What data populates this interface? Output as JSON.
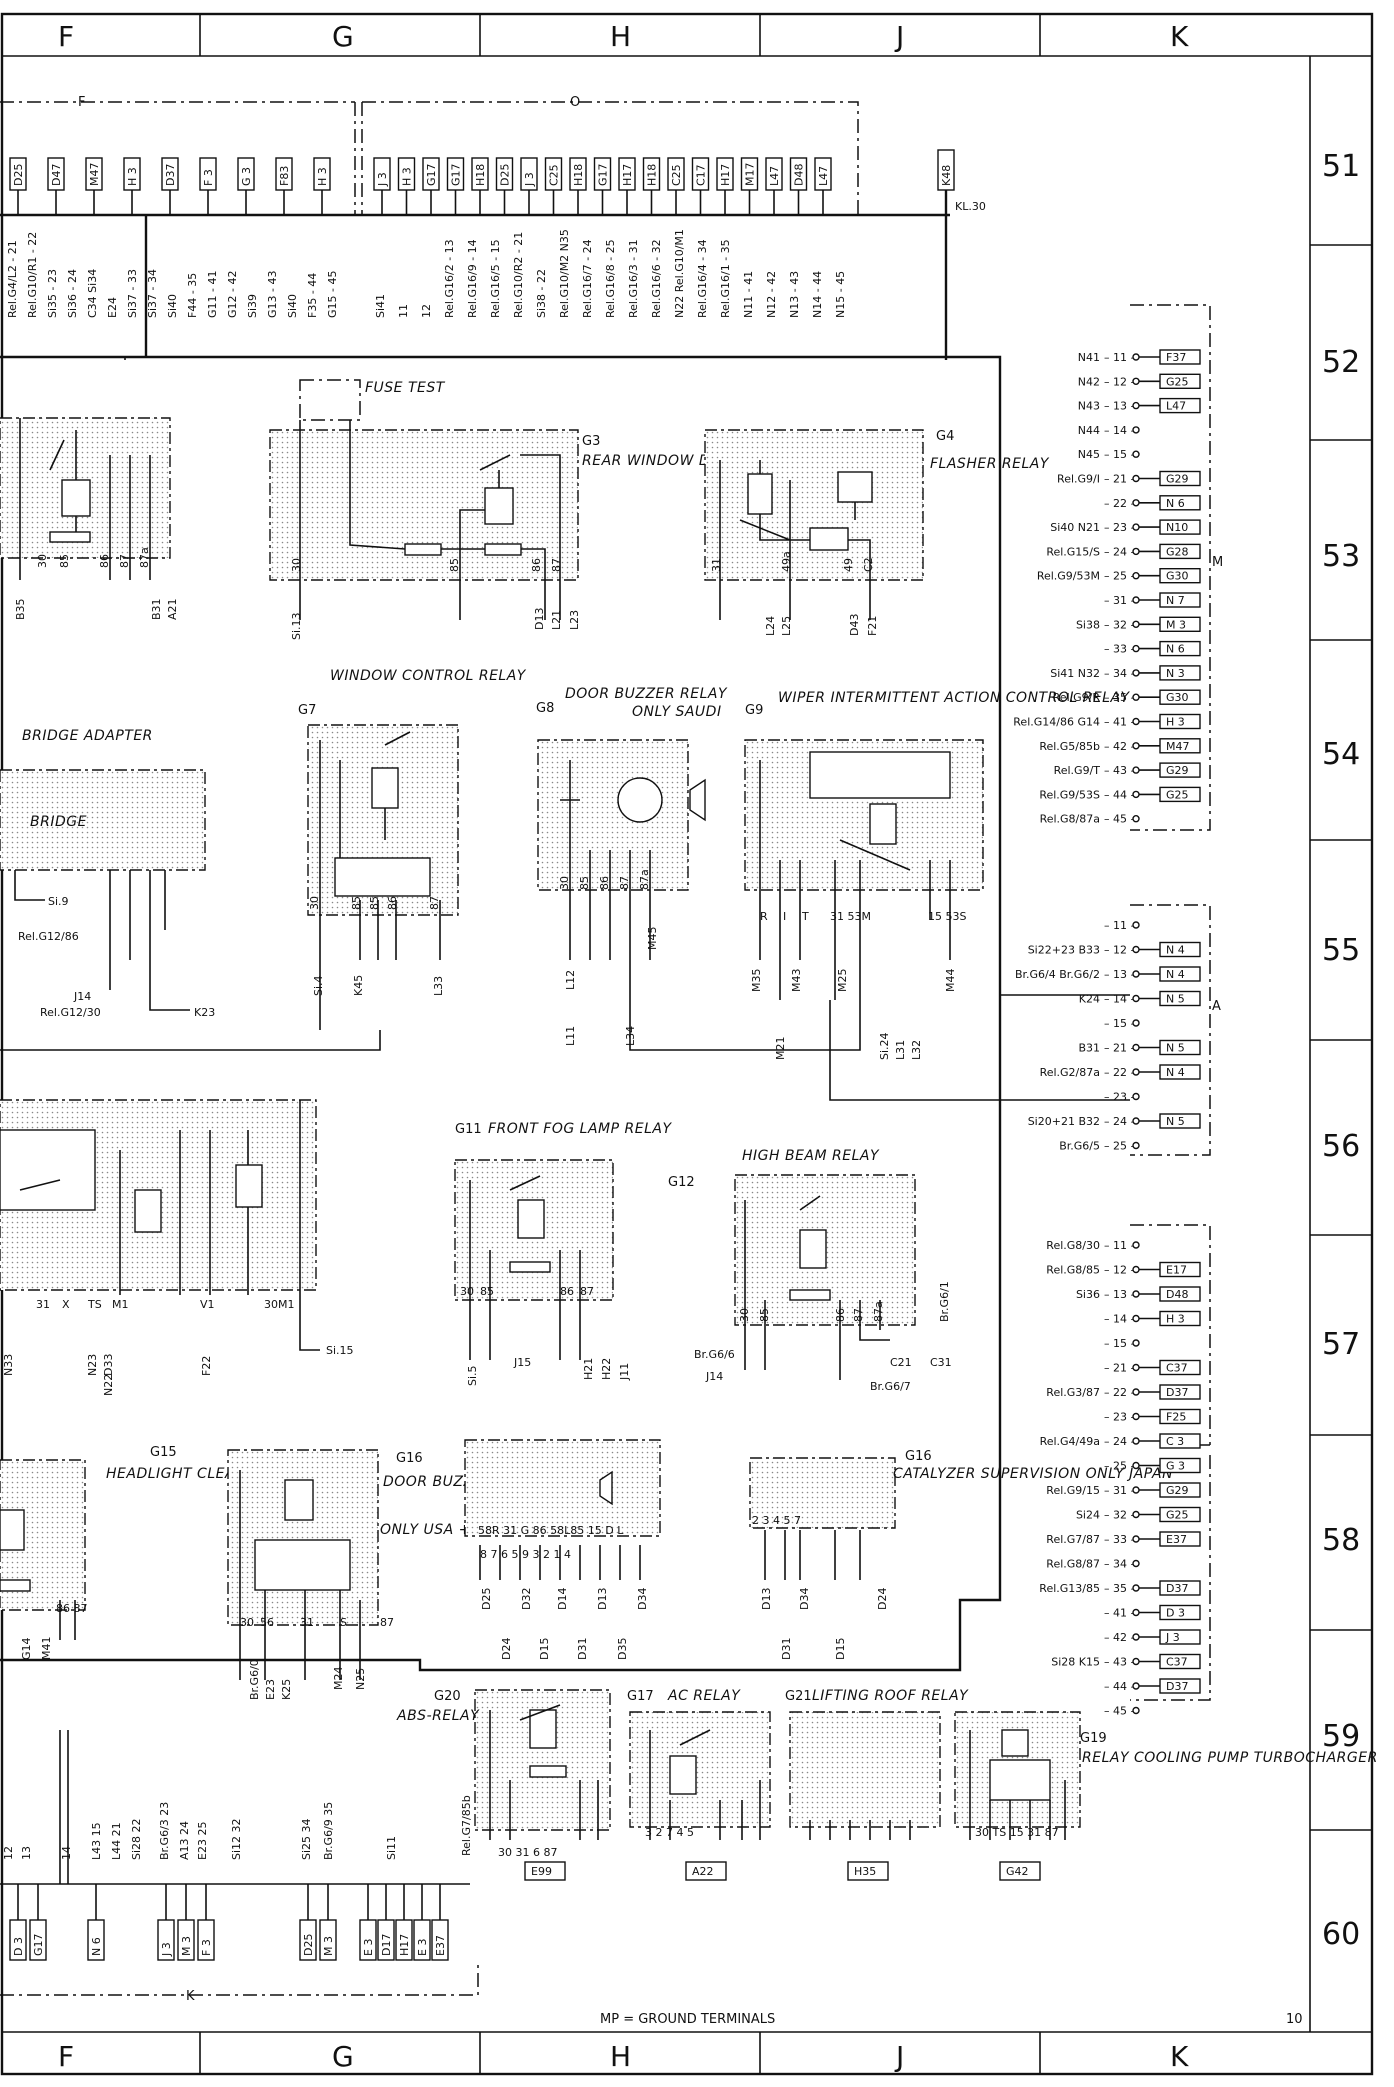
{
  "grid": {
    "columns_top": [
      "F",
      "G",
      "H",
      "J",
      "K"
    ],
    "columns_bottom": [
      "F",
      "G",
      "H",
      "J",
      "K"
    ],
    "rows": [
      "51",
      "52",
      "53",
      "54",
      "55",
      "56",
      "57",
      "58",
      "59",
      "60"
    ]
  },
  "top_bus": {
    "group_f": "F",
    "group_o": "O",
    "kl30": "KL.30",
    "k48": "K48",
    "fuses_f": [
      "D25",
      "D47",
      "M47",
      "H 3",
      "D37",
      "F 3",
      "G 3",
      "F83",
      "H 3"
    ],
    "fuses_o": [
      "J 3",
      "H 3",
      "G17",
      "G17",
      "H18",
      "D25",
      "J 3",
      "C25",
      "H18",
      "G17",
      "H17",
      "H18",
      "C25",
      "C17",
      "H17",
      "M17",
      "L47",
      "D48",
      "L47"
    ],
    "wires_f": [
      "Rel.G4/L2 - 21",
      "Rel.G10/R1 - 22",
      "Si35 - 23",
      "Si36 - 24",
      "C34 Si34",
      "E24",
      "Si37 - 33",
      "Si37 - 34",
      "Si40",
      "F44 - 35",
      "G11 - 41",
      "G12 - 42",
      "Si39",
      "G13 - 43",
      "Si40",
      "F35 - 44",
      "G15 - 45"
    ],
    "wires_o": [
      "Si41",
      "11",
      "12",
      "Rel.G16/2 - 13",
      "Rel.G16/9 - 14",
      "Rel.G16/5 - 15",
      "Rel.G10/R2 - 21",
      "Si38 - 22",
      "Rel.G10/M2 N35",
      "Rel.G16/7 - 24",
      "Rel.G16/8 - 25",
      "Rel.G16/3 - 31",
      "Rel.G16/6 - 32",
      "N22 Rel.G10/M1",
      "Rel.G16/4 - 34",
      "Rel.G16/1 - 35",
      "N11 - 41",
      "N12 - 42",
      "N13 - 43",
      "N14 - 44",
      "N15 - 45"
    ]
  },
  "relays": {
    "fuse_test": "FUSE TEST",
    "g3_code": "G3",
    "g3_name": "REAR WINDOW DEFOGGER RELAY",
    "g4_code": "G4",
    "g4_name": "FLASHER RELAY",
    "g7_code": "G7",
    "g7_name": "WINDOW CONTROL RELAY",
    "g8_code": "G8",
    "g8_name": "DOOR BUZZER RELAY",
    "g8_note": "ONLY SAUDI",
    "g9_code": "G9",
    "g9_name": "WIPER INTERMITTENT ACTION CONTROL RELAY",
    "bridge_adapter": "BRIDGE ADAPTER",
    "bridge": "BRIDGE",
    "g11_code": "G11",
    "g11_name": "FRONT FOG LAMP RELAY",
    "g12_code": "G12",
    "g12_name": "HIGH BEAM RELAY",
    "g15_code": "G15",
    "g15_name": "HEADLIGHT CLEANERS RELAY",
    "g16_code": "G16",
    "g16_name": "DOOR BUZZER RELAY",
    "g16_note": "ONLY USA + SAUDI",
    "g16b_code": "G16",
    "g16b_name": "CATALYZER SUPERVISION ONLY JAPAN",
    "g17_code": "G17",
    "g17_name": "AC RELAY",
    "g19_code": "G19",
    "g19_name": "RELAY COOLING PUMP TURBOCHARGER",
    "g20_code": "G20",
    "g20_name": "ABS-RELAY",
    "g21_code": "G21",
    "g21_name": "LIFTING ROOF RELAY"
  },
  "connector_m": {
    "label": "M",
    "rows": [
      {
        "sig": "N41",
        "pin": "11",
        "fuse": "F37"
      },
      {
        "sig": "N42",
        "pin": "12",
        "fuse": "G25"
      },
      {
        "sig": "N43",
        "pin": "13",
        "fuse": "L47"
      },
      {
        "sig": "N44",
        "pin": "14",
        "fuse": ""
      },
      {
        "sig": "N45",
        "pin": "15",
        "fuse": ""
      },
      {
        "sig": "Rel.G9/I",
        "pin": "21",
        "fuse": "G29"
      },
      {
        "sig": "",
        "pin": "22",
        "fuse": "N 6"
      },
      {
        "sig": "Si40  N21",
        "pin": "23",
        "fuse": "N10"
      },
      {
        "sig": "Rel.G15/S",
        "pin": "24",
        "fuse": "G28"
      },
      {
        "sig": "Rel.G9/53M",
        "pin": "25",
        "fuse": "G30"
      },
      {
        "sig": "",
        "pin": "31",
        "fuse": "N 7"
      },
      {
        "sig": "Si38",
        "pin": "32",
        "fuse": "M 3"
      },
      {
        "sig": "",
        "pin": "33",
        "fuse": "N 6"
      },
      {
        "sig": "Si41  N32",
        "pin": "34",
        "fuse": "N 3"
      },
      {
        "sig": "Rel.G9/R",
        "pin": "35",
        "fuse": "G30"
      },
      {
        "sig": "Rel.G14/86 G14",
        "pin": "41",
        "fuse": "H 3"
      },
      {
        "sig": "Rel.G5/85b",
        "pin": "42",
        "fuse": "M47"
      },
      {
        "sig": "Rel.G9/T",
        "pin": "43",
        "fuse": "G29"
      },
      {
        "sig": "Rel.G9/53S",
        "pin": "44",
        "fuse": "G25"
      },
      {
        "sig": "Rel.G8/87a",
        "pin": "45",
        "fuse": ""
      }
    ]
  },
  "connector_a": {
    "label": "A",
    "rows": [
      {
        "sig": "",
        "pin": "11",
        "fuse": ""
      },
      {
        "sig": "Si22+23  B33",
        "pin": "12",
        "fuse": "N 4"
      },
      {
        "sig": "Br.G6/4  Br.G6/2",
        "pin": "13",
        "fuse": "N 4"
      },
      {
        "sig": "K24",
        "pin": "14",
        "fuse": "N 5"
      },
      {
        "sig": "",
        "pin": "15",
        "fuse": ""
      },
      {
        "sig": "B31",
        "pin": "21",
        "fuse": "N 5"
      },
      {
        "sig": "Rel.G2/87a",
        "pin": "22",
        "fuse": "N 4"
      },
      {
        "sig": "",
        "pin": "23",
        "fuse": ""
      },
      {
        "sig": "Si20+21  B32",
        "pin": "24",
        "fuse": "N 5"
      },
      {
        "sig": "Br.G6/5",
        "pin": "25",
        "fuse": ""
      }
    ]
  },
  "connector_l": {
    "rows": [
      {
        "sig": "Rel.G8/30",
        "pin": "11",
        "fuse": ""
      },
      {
        "sig": "Rel.G8/85",
        "pin": "12",
        "fuse": "E17"
      },
      {
        "sig": "Si36",
        "pin": "13",
        "fuse": "D48"
      },
      {
        "sig": "",
        "pin": "14",
        "fuse": "H 3"
      },
      {
        "sig": "",
        "pin": "15",
        "fuse": ""
      },
      {
        "sig": "",
        "pin": "21",
        "fuse": "C37"
      },
      {
        "sig": "Rel.G3/87",
        "pin": "22",
        "fuse": "D37"
      },
      {
        "sig": "",
        "pin": "23",
        "fuse": "F25"
      },
      {
        "sig": "Rel.G4/49a",
        "pin": "24",
        "fuse": "C 3"
      },
      {
        "sig": "",
        "pin": "25",
        "fuse": "G 3"
      },
      {
        "sig": "Rel.G9/15",
        "pin": "31",
        "fuse": "G29"
      },
      {
        "sig": "Si24",
        "pin": "32",
        "fuse": "G25"
      },
      {
        "sig": "Rel.G7/87",
        "pin": "33",
        "fuse": "E37"
      },
      {
        "sig": "Rel.G8/87",
        "pin": "34",
        "fuse": ""
      },
      {
        "sig": "Rel.G13/85",
        "pin": "35",
        "fuse": "D37"
      },
      {
        "sig": "",
        "pin": "41",
        "fuse": "D 3"
      },
      {
        "sig": "",
        "pin": "42",
        "fuse": "J 3"
      },
      {
        "sig": "Si28  K15",
        "pin": "43",
        "fuse": "C37"
      },
      {
        "sig": "",
        "pin": "44",
        "fuse": "D37"
      },
      {
        "sig": "",
        "pin": "45",
        "fuse": ""
      }
    ]
  },
  "bottom_bus": {
    "group_k": "K",
    "fuses": [
      "D 3",
      "G17",
      "N 6",
      "J 3",
      "M 3",
      "F 3",
      "D25",
      "M 3",
      "E 3",
      "D17",
      "H17",
      "E 3",
      "E37"
    ],
    "module_codes": [
      "E99",
      "A22",
      "H35",
      "G42"
    ]
  },
  "footer": {
    "ground_note": "MP = GROUND TERMINALS",
    "page_number": "10"
  }
}
